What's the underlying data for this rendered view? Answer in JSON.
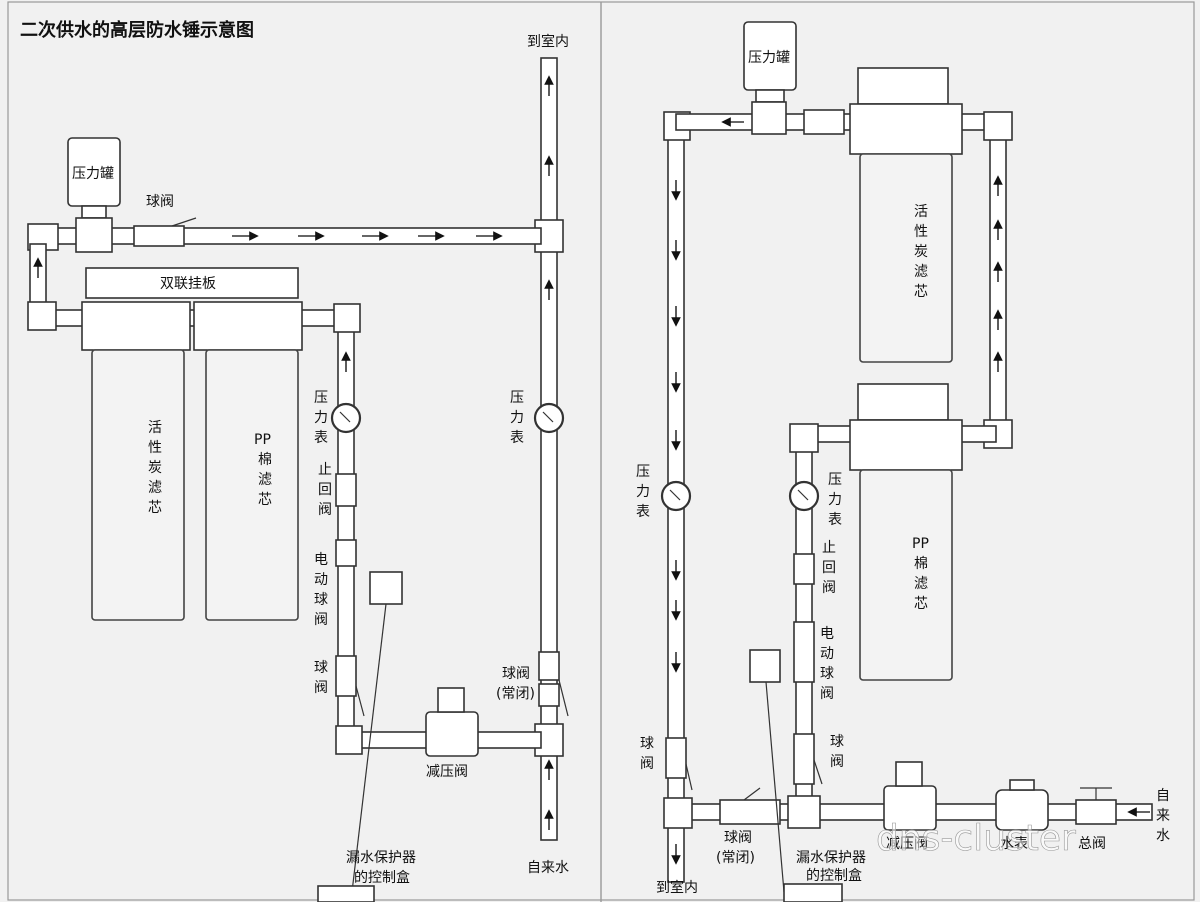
{
  "title": "二次供水的高层防水锤示意图",
  "watermark": "dns-cluster",
  "left": {
    "to_indoor": "到室内",
    "tap_water": "自来水",
    "pressure_tank": "压力罐",
    "ball_valve_top": "球阀",
    "twin_board": "双联挂板",
    "carbon_filter": [
      "活",
      "性",
      "炭",
      "滤",
      "芯"
    ],
    "pp_filter": [
      "PP",
      "棉",
      "滤",
      "芯"
    ],
    "gauge_a": [
      "压",
      "力",
      "表"
    ],
    "gauge_b": [
      "压",
      "力",
      "表"
    ],
    "check_valve": [
      "止",
      "回",
      "阀"
    ],
    "electric_valve": [
      "电",
      "动",
      "球",
      "阀"
    ],
    "ball_valve_low": [
      "球",
      "阀"
    ],
    "bypass_valve": [
      "球阀",
      "(常闭)"
    ],
    "pressure_reducer": "减压阀",
    "leak_box": [
      "漏水保护器",
      "的控制盒"
    ]
  },
  "right": {
    "pressure_tank": "压力罐",
    "carbon_filter": [
      "活",
      "性",
      "炭",
      "滤",
      "芯"
    ],
    "pp_filter": [
      "PP",
      "棉",
      "滤",
      "芯"
    ],
    "gauge_a": [
      "压",
      "力",
      "表"
    ],
    "gauge_b": [
      "压",
      "力",
      "表"
    ],
    "check_valve": [
      "止",
      "回",
      "阀"
    ],
    "electric_valve": [
      "电",
      "动",
      "球",
      "阀"
    ],
    "ball_valve_a": [
      "球",
      "阀"
    ],
    "ball_valve_b": [
      "球",
      "阀"
    ],
    "bypass_valve": [
      "球阀",
      "(常闭)"
    ],
    "leak_box": [
      "漏水保护器",
      "的控制盒"
    ],
    "to_indoor": "到室内",
    "tap_water": [
      "自",
      "来",
      "水"
    ],
    "reducer": "减压阀",
    "meter": "水表",
    "main_valve": "总阀"
  }
}
